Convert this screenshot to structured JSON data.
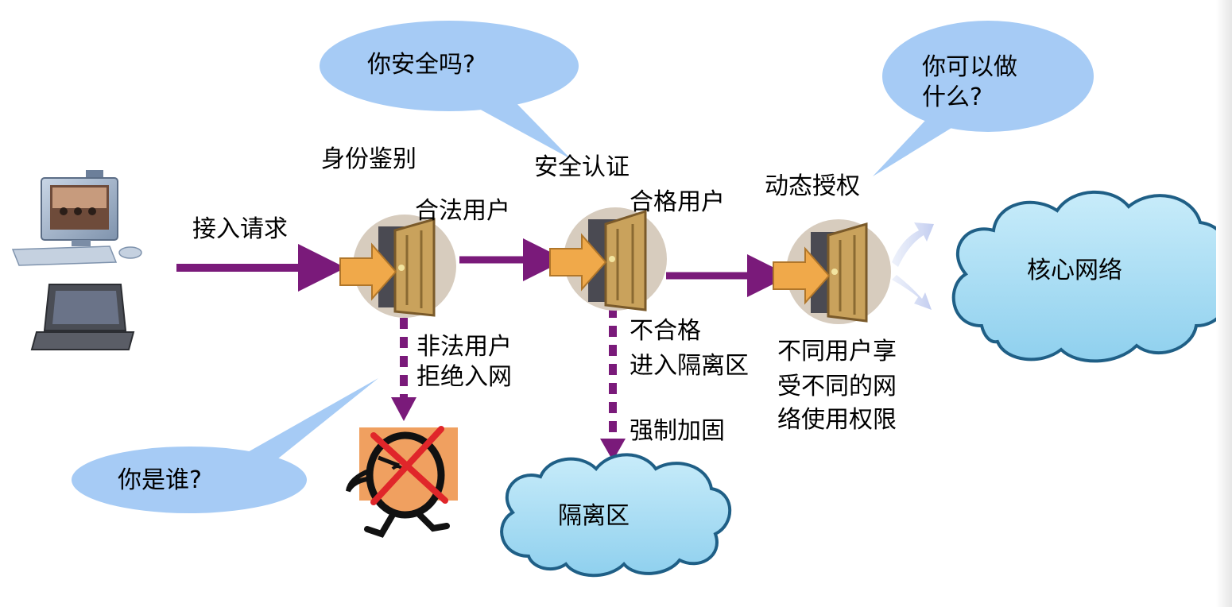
{
  "bubbles": {
    "safe": "你安全吗?",
    "what_can_do_line1": "你可以做",
    "what_can_do_line2": "什么?",
    "who": "你是谁?"
  },
  "stages": {
    "identity": "身份鉴别",
    "security": "安全认证",
    "authorization": "动态授权"
  },
  "flow": {
    "access_request": "接入请求",
    "legal_user": "合法用户",
    "qualified_user": "合格用户"
  },
  "illegal": {
    "line1": "非法用户",
    "line2": "拒绝入网"
  },
  "unqualified": {
    "line1": "不合格",
    "line2": "进入隔离区",
    "reinforce": "强制加固"
  },
  "permissions": {
    "line1": "不同用户享",
    "line2": "受不同的网",
    "line3": "络使用权限"
  },
  "clouds": {
    "core": "核心网络",
    "quarantine": "隔离区"
  },
  "colors": {
    "arrow_purple": "#7a1a7a",
    "bubble_blue": "#a6cbf5",
    "cloud_fill": "#aee0f4",
    "door_brown": "#c9a25c",
    "door_arrow_orange": "#f0a94a"
  }
}
